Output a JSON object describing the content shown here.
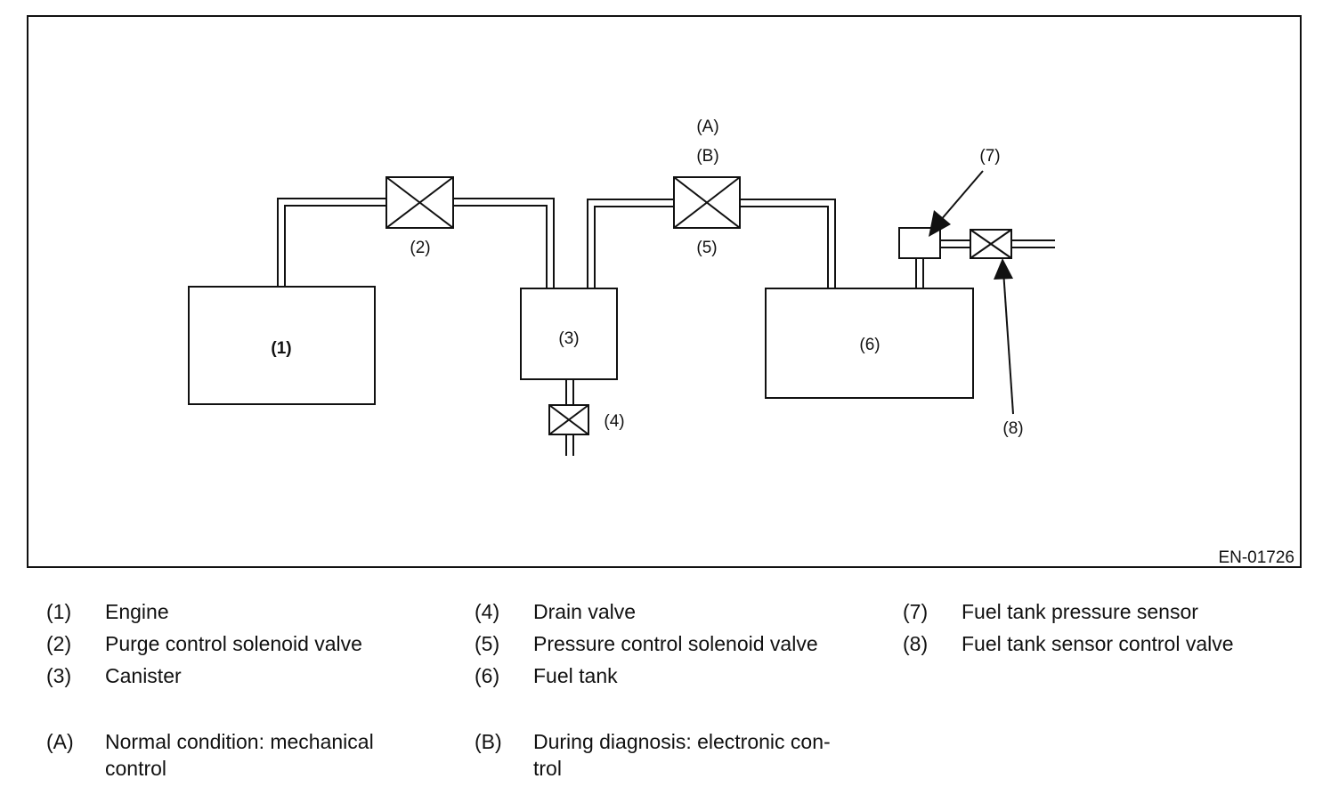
{
  "figure_code": "EN-01726",
  "callouts": {
    "c1": "(1)",
    "c2": "(2)",
    "c3": "(3)",
    "c4": "(4)",
    "c5": "(5)",
    "c6": "(6)",
    "c7": "(7)",
    "c8": "(8)",
    "cA": "(A)",
    "cB": "(B)"
  },
  "legend": {
    "items": [
      {
        "key": "(1)",
        "label": "Engine"
      },
      {
        "key": "(2)",
        "label": "Purge control solenoid valve"
      },
      {
        "key": "(3)",
        "label": "Canister"
      },
      {
        "key": "(4)",
        "label": "Drain valve"
      },
      {
        "key": "(5)",
        "label": "Pressure control solenoid valve"
      },
      {
        "key": "(6)",
        "label": "Fuel tank"
      },
      {
        "key": "(7)",
        "label": "Fuel tank pressure sensor"
      },
      {
        "key": "(8)",
        "label": "Fuel tank sensor control valve"
      }
    ],
    "notes": [
      {
        "key": "(A)",
        "label": "Normal condition: mechanical control"
      },
      {
        "key": "(B)",
        "label": "During diagnosis: electronic con-trol"
      }
    ]
  }
}
